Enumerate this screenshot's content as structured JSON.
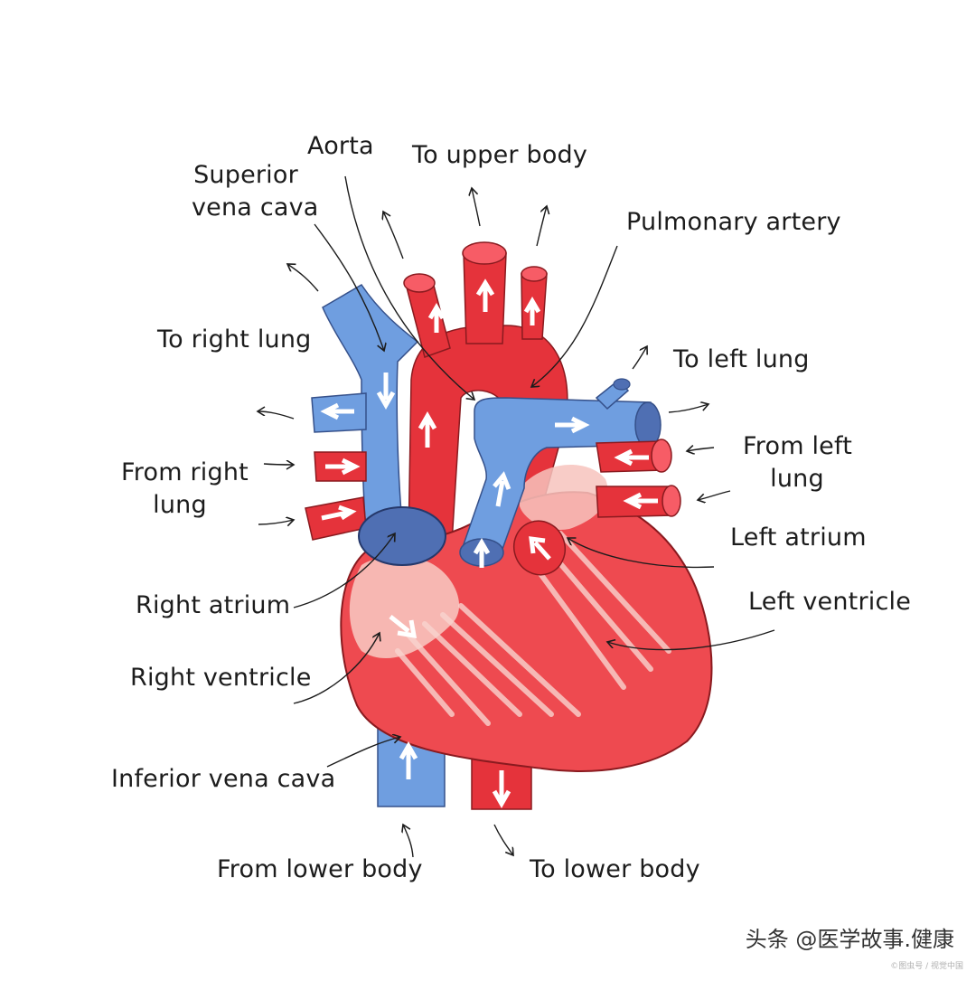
{
  "labels": {
    "aorta": "Aorta",
    "to_upper_body": "To upper body",
    "superior_vena_cava_1": "Superior",
    "superior_vena_cava_2": "vena cava",
    "pulmonary_artery": "Pulmonary artery",
    "to_right_lung": "To right lung",
    "to_left_lung": "To left lung",
    "from_right_lung_1": "From right",
    "from_right_lung_2": "lung",
    "from_left_lung_1": "From left",
    "from_left_lung_2": "lung",
    "left_atrium": "Left atrium",
    "right_atrium": "Right atrium",
    "left_ventricle": "Left ventricle",
    "right_ventricle": "Right ventricle",
    "inferior_vena_cava": "Inferior vena cava",
    "from_lower_body": "From lower body",
    "to_lower_body": "To lower body"
  },
  "watermark": {
    "text": "头条 @医学故事.健康",
    "small": "©图虫号 / 视觉中国"
  },
  "colors": {
    "oxygenated": "#e5333b",
    "oxygenated_dark": "#c8232c",
    "deoxygenated": "#6f9ee0",
    "deoxygenated_dark": "#4f6fb3",
    "heart_muscle": "#ee4a50",
    "heart_light": "#f7c3bd",
    "ink": "#1c1c1c"
  }
}
